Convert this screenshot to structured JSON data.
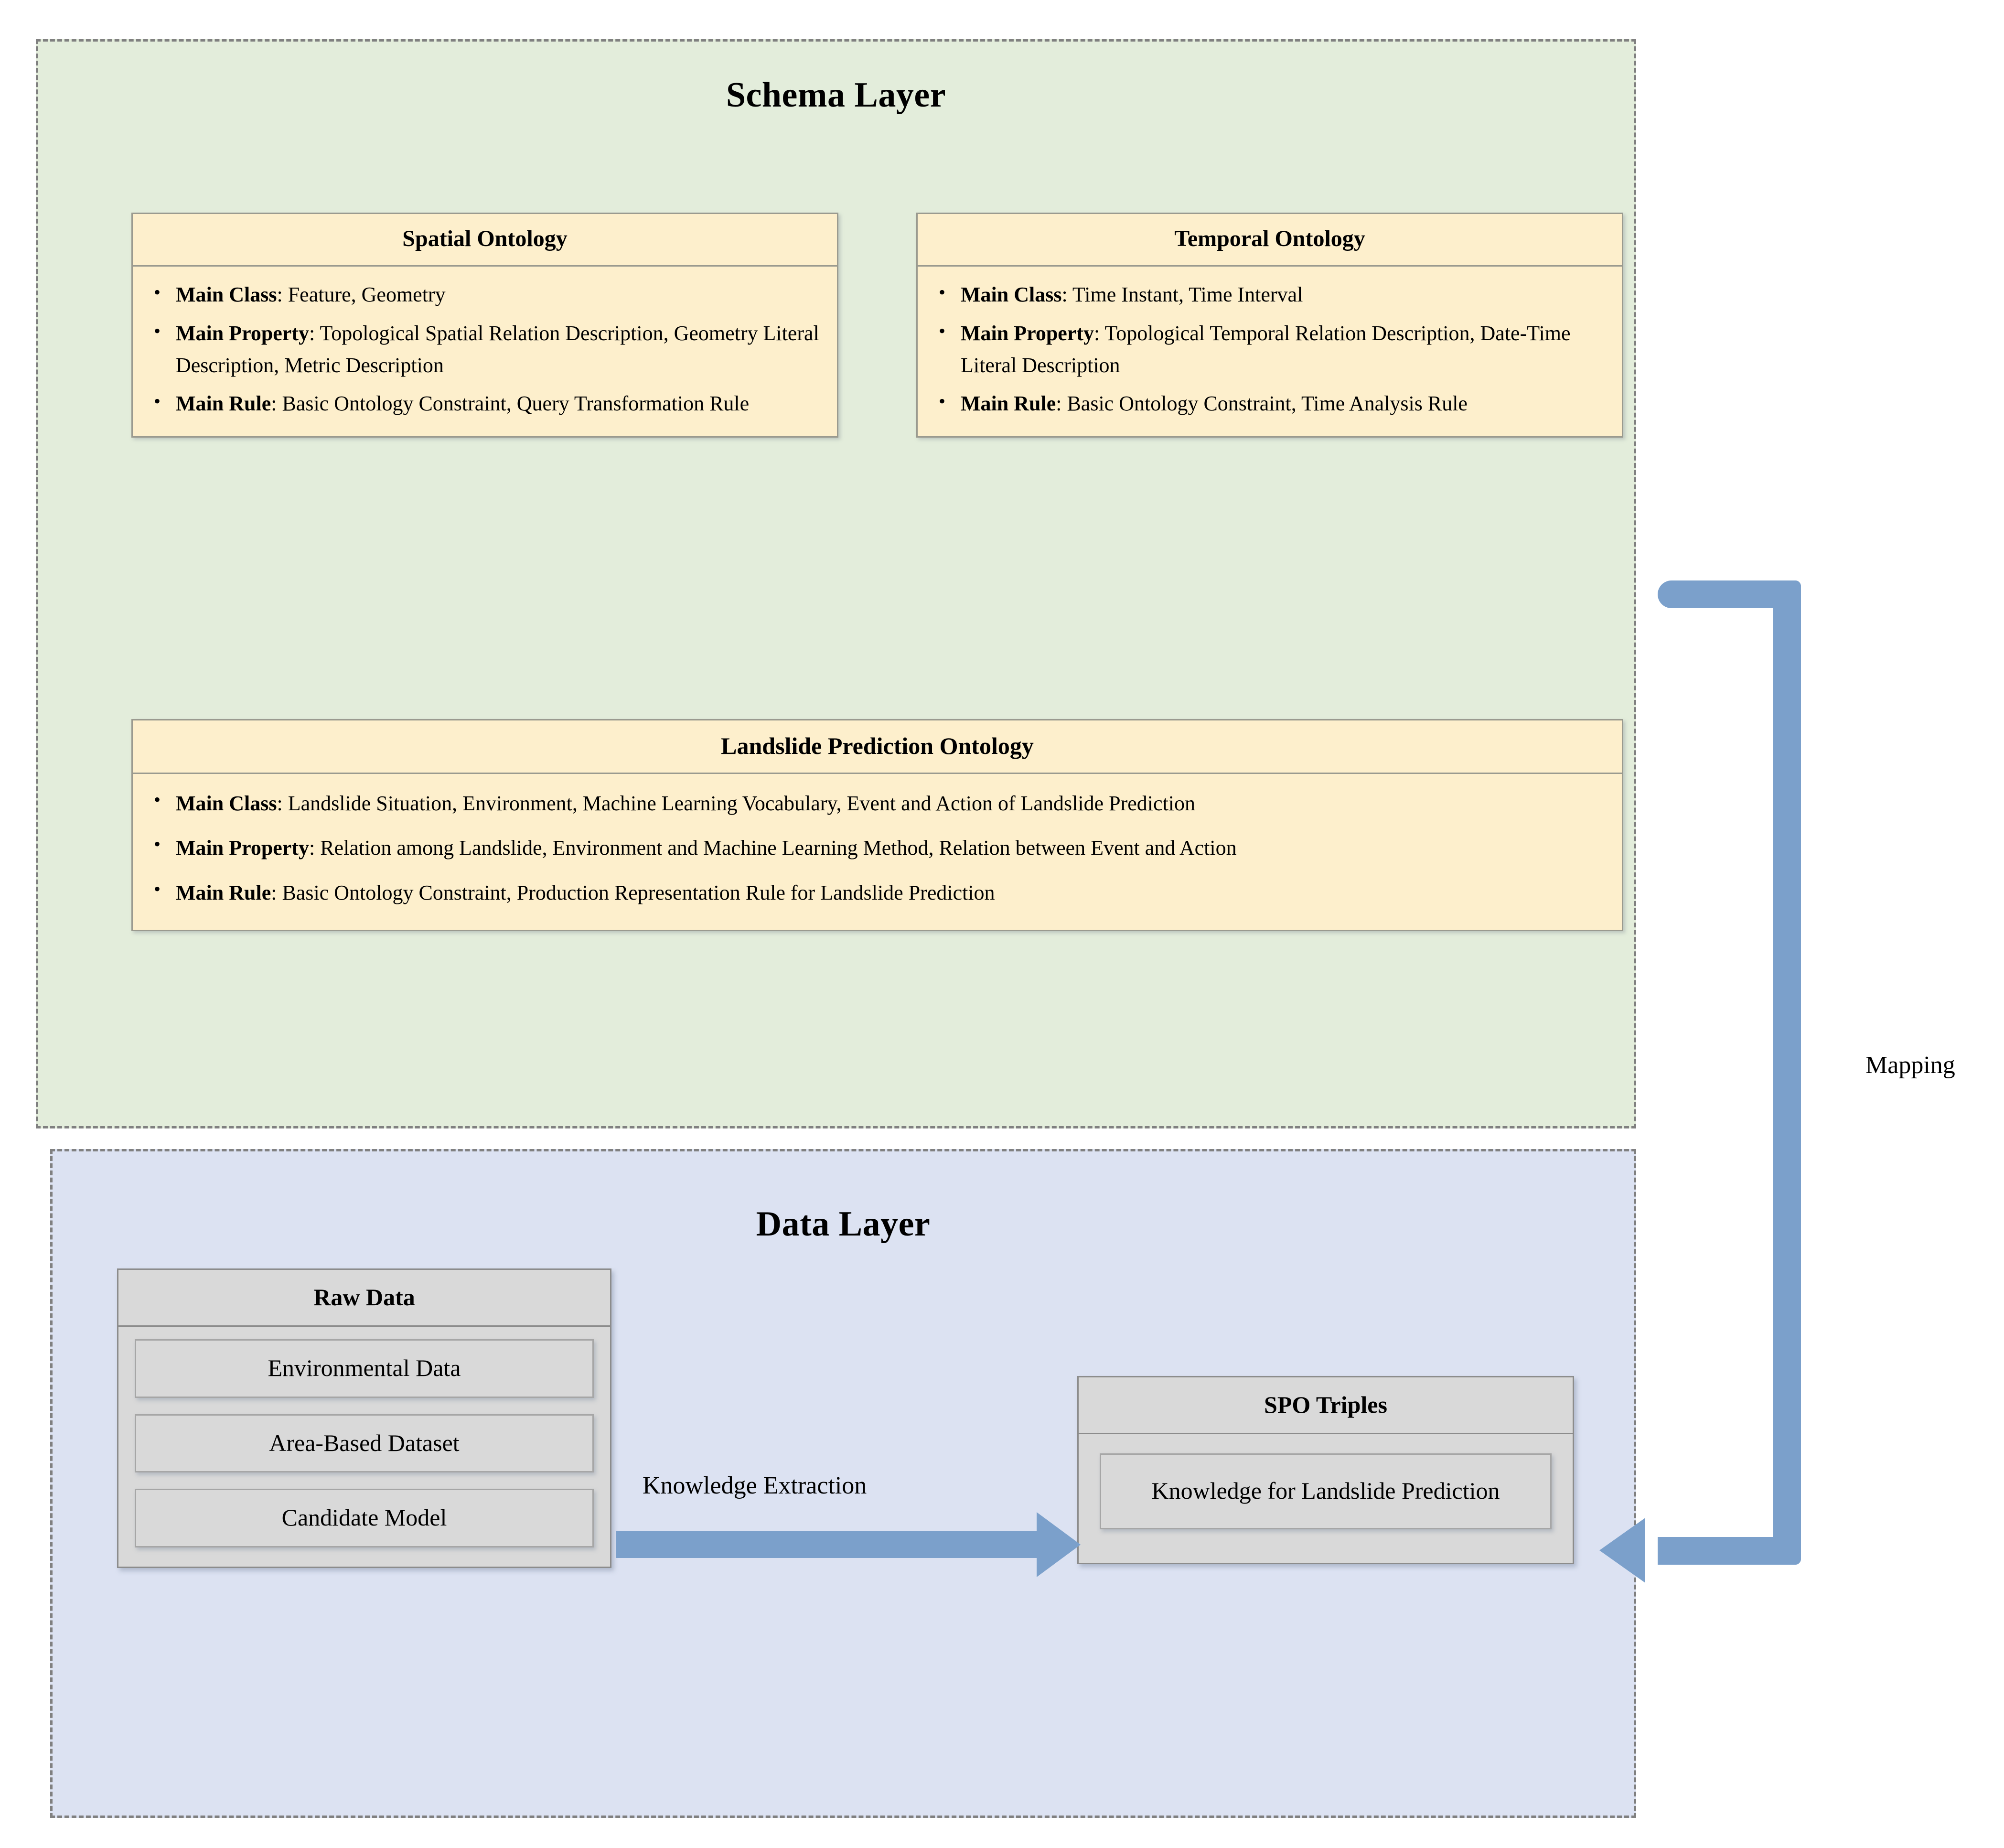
{
  "schema_layer": {
    "title": "Schema Layer",
    "background_color": "#E3EDDB",
    "cards": [
      {
        "title": "Spatial Ontology",
        "bullets": [
          {
            "label": "Main Class",
            "text": ": Feature, Geometry"
          },
          {
            "label": "Main Property",
            "text": ": Topological Spatial Relation Description, Geometry Literal Description, Metric Description"
          },
          {
            "label": "Main Rule",
            "text": ": Basic Ontology Constraint, Query Transformation Rule"
          }
        ]
      },
      {
        "title": "Temporal Ontology",
        "bullets": [
          {
            "label": "Main Class",
            "text": ": Time Instant, Time Interval"
          },
          {
            "label": "Main Property",
            "text": ": Topological Temporal Relation Description, Date-Time Literal Description"
          },
          {
            "label": "Main Rule",
            "text": ": Basic Ontology Constraint, Time Analysis Rule"
          }
        ]
      },
      {
        "title": "Landslide Prediction Ontology",
        "bullets": [
          {
            "label": "Main Class",
            "text": ": Landslide Situation, Environment, Machine Learning Vocabulary, Event and Action of Landslide Prediction"
          },
          {
            "label": "Main Property",
            "text": ":  Relation among Landslide, Environment and Machine Learning Method, Relation between Event and Action"
          },
          {
            "label": "Main Rule",
            "text": ": Basic Ontology Constraint, Production Representation Rule for Landslide Prediction"
          }
        ]
      }
    ]
  },
  "data_layer": {
    "title": "Data Layer",
    "background_color": "#DCE2F2",
    "raw_data": {
      "title": "Raw Data",
      "items": [
        "Environmental Data",
        "Area-Based Dataset",
        "Candidate Model"
      ]
    },
    "spo_triples": {
      "title": "SPO Triples",
      "items": [
        "Knowledge for Landslide Prediction"
      ]
    }
  },
  "arrows": {
    "knowledge_extraction_label": "Knowledge Extraction",
    "mapping_label": "Mapping",
    "arrow_color": "#7BA0CB"
  }
}
